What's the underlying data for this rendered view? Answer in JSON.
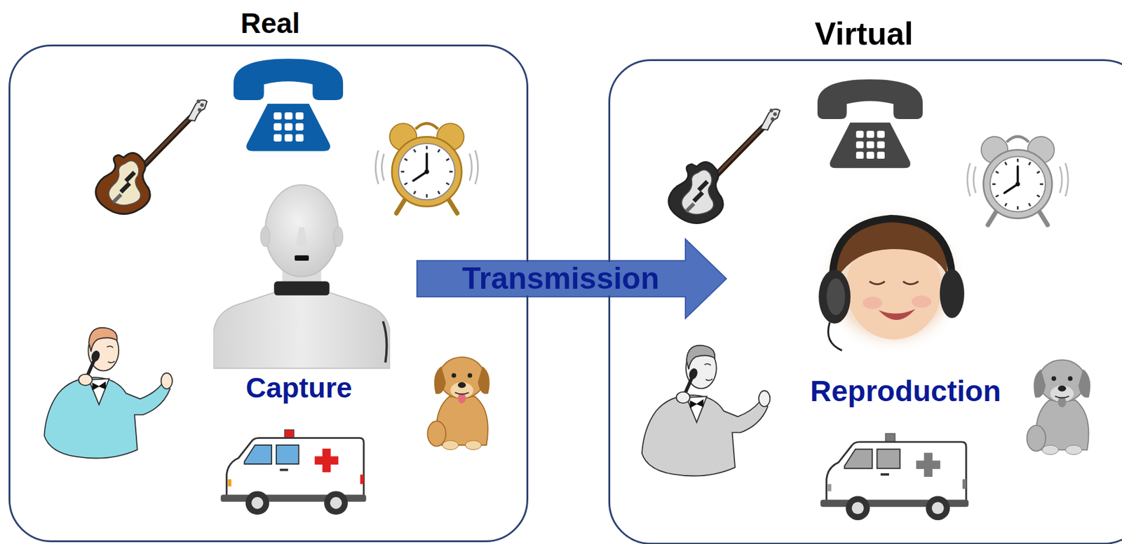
{
  "diagram": {
    "nodes": [
      {
        "text": [
          "Real",
          "Capture"
        ]
      },
      {
        "text": [
          "Virtual",
          "Reproduction"
        ]
      }
    ],
    "edges": [
      {
        "from": 0,
        "to": 1,
        "arrow": "to",
        "label": "Transmission"
      }
    ]
  }
}
